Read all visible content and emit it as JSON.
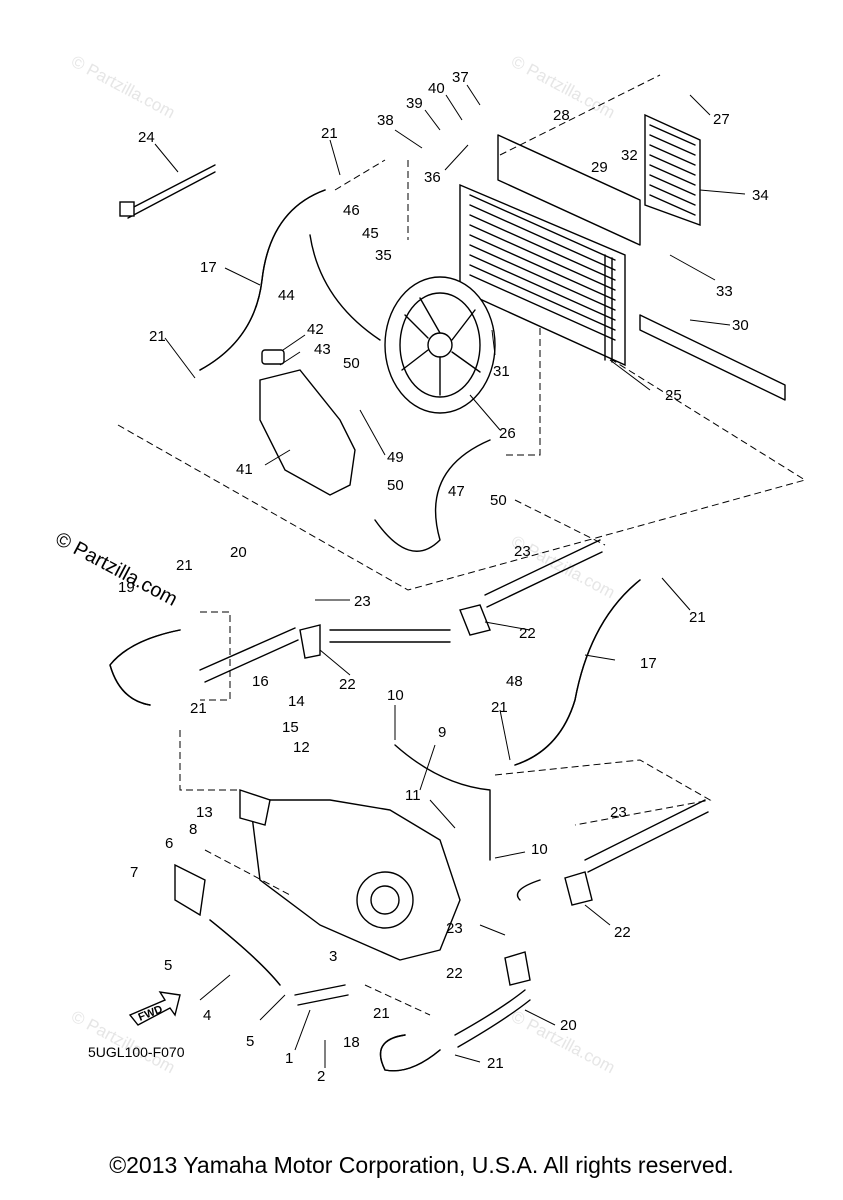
{
  "diagram": {
    "code": "5UGL100-F070",
    "watermark": "© Partzilla.com",
    "faint_watermark": "© Partzilla.com",
    "copyright": "©2013 Yamaha Motor Corporation, U.S.A. All rights reserved.",
    "fwd_label": "FWD",
    "callouts": [
      {
        "id": "c24",
        "label": "24"
      },
      {
        "id": "c21a",
        "label": "21"
      },
      {
        "id": "c46",
        "label": "46"
      },
      {
        "id": "c45",
        "label": "45"
      },
      {
        "id": "c17a",
        "label": "17"
      },
      {
        "id": "c44",
        "label": "44"
      },
      {
        "id": "c21b",
        "label": "21"
      },
      {
        "id": "c42",
        "label": "42"
      },
      {
        "id": "c43",
        "label": "43"
      },
      {
        "id": "c50a",
        "label": "50"
      },
      {
        "id": "c41",
        "label": "41"
      },
      {
        "id": "c49",
        "label": "49"
      },
      {
        "id": "c50b",
        "label": "50"
      },
      {
        "id": "c47",
        "label": "47"
      },
      {
        "id": "c50c",
        "label": "50"
      },
      {
        "id": "c38",
        "label": "38"
      },
      {
        "id": "c39",
        "label": "39"
      },
      {
        "id": "c40",
        "label": "40"
      },
      {
        "id": "c37",
        "label": "37"
      },
      {
        "id": "c36",
        "label": "36"
      },
      {
        "id": "c28",
        "label": "28"
      },
      {
        "id": "c29",
        "label": "29"
      },
      {
        "id": "c32",
        "label": "32"
      },
      {
        "id": "c27",
        "label": "27"
      },
      {
        "id": "c34",
        "label": "34"
      },
      {
        "id": "c35",
        "label": "35"
      },
      {
        "id": "c33",
        "label": "33"
      },
      {
        "id": "c30",
        "label": "30"
      },
      {
        "id": "c31",
        "label": "31"
      },
      {
        "id": "c25",
        "label": "25"
      },
      {
        "id": "c26",
        "label": "26"
      },
      {
        "id": "c21c",
        "label": "21"
      },
      {
        "id": "c20a",
        "label": "20"
      },
      {
        "id": "c19",
        "label": "19"
      },
      {
        "id": "c21d",
        "label": "21"
      },
      {
        "id": "c23a",
        "label": "23"
      },
      {
        "id": "c22a",
        "label": "22"
      },
      {
        "id": "c23b",
        "label": "23"
      },
      {
        "id": "c22b",
        "label": "22"
      },
      {
        "id": "c21e",
        "label": "21"
      },
      {
        "id": "c17b",
        "label": "17"
      },
      {
        "id": "c48",
        "label": "48"
      },
      {
        "id": "c16",
        "label": "16"
      },
      {
        "id": "c14",
        "label": "14"
      },
      {
        "id": "c15",
        "label": "15"
      },
      {
        "id": "c12",
        "label": "12"
      },
      {
        "id": "c13",
        "label": "13"
      },
      {
        "id": "c10a",
        "label": "10"
      },
      {
        "id": "c9",
        "label": "9"
      },
      {
        "id": "c11",
        "label": "11"
      },
      {
        "id": "c10b",
        "label": "10"
      },
      {
        "id": "c21f",
        "label": "21"
      },
      {
        "id": "c23c",
        "label": "23"
      },
      {
        "id": "c22c",
        "label": "22"
      },
      {
        "id": "c6",
        "label": "6"
      },
      {
        "id": "c8",
        "label": "8"
      },
      {
        "id": "c7",
        "label": "7"
      },
      {
        "id": "c5a",
        "label": "5"
      },
      {
        "id": "c4",
        "label": "4"
      },
      {
        "id": "c5b",
        "label": "5"
      },
      {
        "id": "c3",
        "label": "3"
      },
      {
        "id": "c1",
        "label": "1"
      },
      {
        "id": "c2",
        "label": "2"
      },
      {
        "id": "c21g",
        "label": "21"
      },
      {
        "id": "c18",
        "label": "18"
      },
      {
        "id": "c21h",
        "label": "21"
      },
      {
        "id": "c23d",
        "label": "23"
      },
      {
        "id": "c22d",
        "label": "22"
      },
      {
        "id": "c20b",
        "label": "20"
      }
    ]
  }
}
